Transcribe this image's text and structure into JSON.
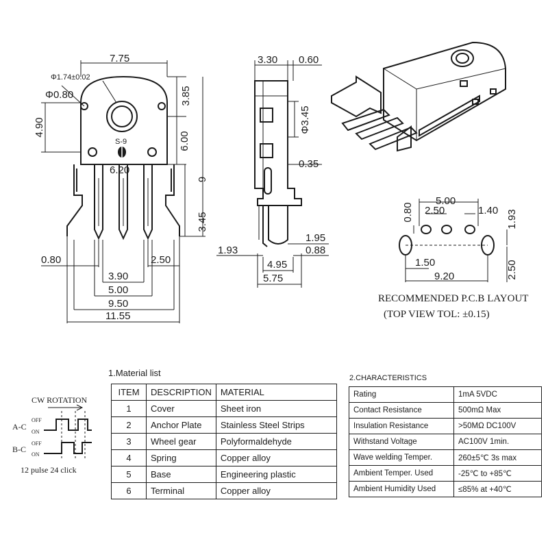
{
  "dimensions": {
    "front": {
      "top_width": "7.75",
      "hole_small": "Φ1.74±0.02",
      "hole_large": "Φ0.80",
      "right_upper": "3.85",
      "left_height": "4.90",
      "center_marking": "S-9",
      "right_mid": "6.00",
      "inner_width": "6.20",
      "right_total": "9",
      "right_lower": "3.45",
      "left_pin_offset": "0.80",
      "right_pin_offset": "2.50",
      "pin_span_inner": "3.90",
      "pin_span_mid": "5.00",
      "pin_span_outer": "9.50",
      "total_width": "11.55"
    },
    "side": {
      "top_left": "3.30",
      "top_right": "0.60",
      "hole_dia": "Φ3.45",
      "right_step": "0.35",
      "left_offset": "1.93",
      "lower_right_a": "1.95",
      "lower_right_b": "0.88",
      "base_width": "4.95",
      "total_width": "5.75"
    },
    "pcb": {
      "width_top": "5.00",
      "pitch": "2.50",
      "slot_width": "1.40",
      "hole_height": "0.80",
      "row_spacing": "1.93",
      "slot_offset": "1.50",
      "height": "2.50",
      "total_width": "9.20",
      "title": "RECOMMENDED P.C.B LAYOUT",
      "subtitle": "(TOP VIEW TOL: ±0.15)"
    }
  },
  "timing": {
    "title": "CW ROTATION",
    "channel_a": "A-C",
    "channel_b": "B-C",
    "off_label": "OFF",
    "on_label": "ON",
    "caption": "12 pulse 24 click"
  },
  "material_list": {
    "title": "1.Material list",
    "headers": [
      "ITEM",
      "DESCRIPTION",
      "MATERIAL"
    ],
    "rows": [
      [
        "1",
        "Cover",
        "Sheet iron"
      ],
      [
        "2",
        "Anchor Plate",
        "Stainless Steel Strips"
      ],
      [
        "3",
        "Wheel gear",
        "Polyformaldehyde"
      ],
      [
        "4",
        "Spring",
        "Copper alloy"
      ],
      [
        "5",
        "Base",
        "Engineering plastic"
      ],
      [
        "6",
        "Terminal",
        "Copper alloy"
      ]
    ]
  },
  "characteristics": {
    "title": "2.CHARACTERISTICS",
    "rows": [
      [
        "Rating",
        "1mA 5VDC"
      ],
      [
        "Contact Resistance",
        "500mΩ Max"
      ],
      [
        "Insulation Resistance",
        ">50MΩ DC100V"
      ],
      [
        "Withstand Voltage",
        "AC100V 1min."
      ],
      [
        "Wave welding Temper.",
        "260±5℃ 3s max"
      ],
      [
        "Ambient Temper. Used",
        "-25℃ to +85℃"
      ],
      [
        "Ambient Humidity Used",
        "≤85% at +40℃"
      ]
    ]
  }
}
